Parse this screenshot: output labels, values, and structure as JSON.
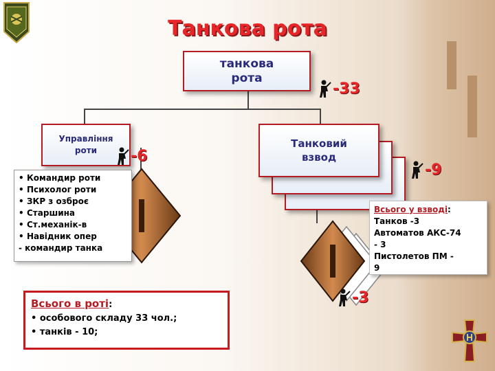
{
  "title": "Танкова рота",
  "company_box": {
    "line1": "танкова",
    "line2": "рота"
  },
  "company_count": "-33",
  "hq_box": {
    "line1": "Управління",
    "line2": "роти"
  },
  "hq_count": "-6",
  "hq_list": [
    "Командир роти",
    "Психолог роти",
    "ЗКР з озброє",
    "Старшина",
    "Ст.механік-в",
    "Навідник опер"
  ],
  "hq_list_tail": "- командир танка",
  "platoon_box": {
    "line1": "Танковий",
    "line2": "взвод"
  },
  "platoon_count": "-9",
  "platoon_info": {
    "heading": "Всього у взводі",
    "colon": ":",
    "lines": [
      "Танков -3",
      "Автоматов АКС-74",
      "- 3",
      "Пистолетов ПМ -",
      "9"
    ]
  },
  "tank_count": "-3",
  "summary": {
    "heading": "Всього в роті",
    "colon": ":",
    "items": [
      "особового складу 33 чол.;",
      "танків - 10;"
    ]
  },
  "colors": {
    "accent": "#e8262a",
    "border": "#b31c22",
    "diamond": "#b5703c",
    "box_text": "#2a2a7a"
  },
  "icons": [
    "emblem-icon",
    "soldier-icon",
    "cross-emblem-icon"
  ]
}
